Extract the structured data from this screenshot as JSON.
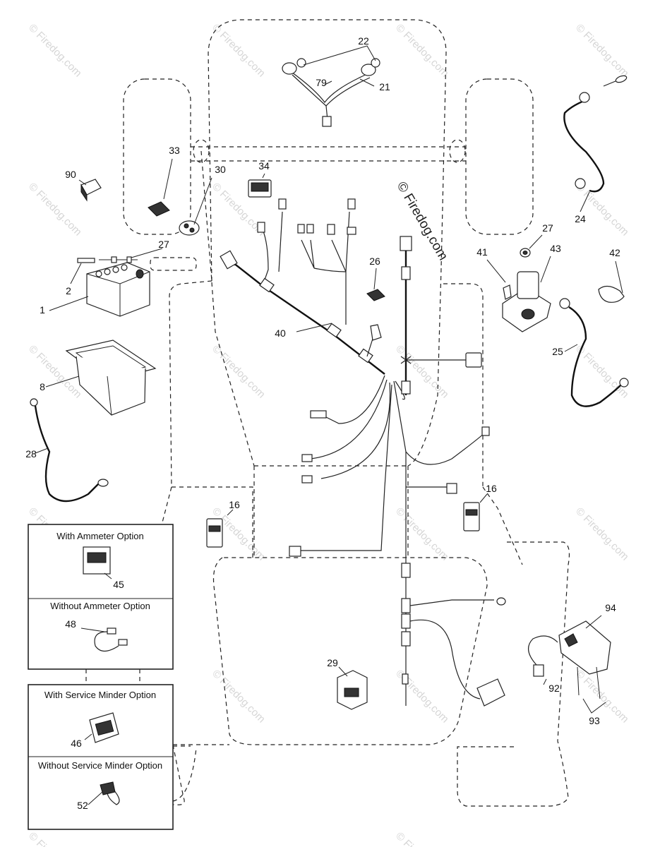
{
  "watermark": {
    "brand": "© Firedog.com",
    "center": "© Firedog.com"
  },
  "callouts": [
    {
      "id": "c22",
      "label": "22"
    },
    {
      "id": "c79",
      "label": "79"
    },
    {
      "id": "c21",
      "label": "21"
    },
    {
      "id": "c33",
      "label": "33"
    },
    {
      "id": "c30",
      "label": "30"
    },
    {
      "id": "c34",
      "label": "34"
    },
    {
      "id": "c90",
      "label": "90"
    },
    {
      "id": "c27a",
      "label": "27"
    },
    {
      "id": "c2",
      "label": "2"
    },
    {
      "id": "c1",
      "label": "1"
    },
    {
      "id": "c8",
      "label": "8"
    },
    {
      "id": "c28",
      "label": "28"
    },
    {
      "id": "c40",
      "label": "40"
    },
    {
      "id": "c26",
      "label": "26"
    },
    {
      "id": "c24",
      "label": "24"
    },
    {
      "id": "c27b",
      "label": "27"
    },
    {
      "id": "c41",
      "label": "41"
    },
    {
      "id": "c43",
      "label": "43"
    },
    {
      "id": "c42",
      "label": "42"
    },
    {
      "id": "c25",
      "label": "25"
    },
    {
      "id": "c16a",
      "label": "16"
    },
    {
      "id": "c16b",
      "label": "16"
    },
    {
      "id": "c29",
      "label": "29"
    },
    {
      "id": "c94",
      "label": "94"
    },
    {
      "id": "c92",
      "label": "92"
    },
    {
      "id": "c93",
      "label": "93"
    }
  ],
  "options": {
    "ammeter_with": {
      "title": "With Ammeter Option",
      "part": "45"
    },
    "ammeter_without": {
      "title": "Without Ammeter Option",
      "part": "48"
    },
    "minder_with": {
      "title": "With Service Minder Option",
      "part": "46"
    },
    "minder_without": {
      "title": "Without Service Minder Option",
      "part": "52"
    }
  }
}
